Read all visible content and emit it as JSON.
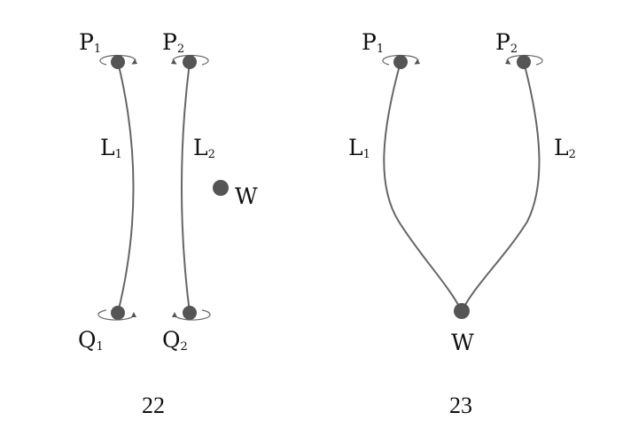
{
  "figure22": {
    "caption": "22",
    "labels": {
      "p1": {
        "main": "P",
        "sub": "1"
      },
      "p2": {
        "main": "P",
        "sub": "2"
      },
      "q1": {
        "main": "Q",
        "sub": "1"
      },
      "q2": {
        "main": "Q",
        "sub": "2"
      },
      "l1": {
        "main": "L",
        "sub": "1"
      },
      "l2": {
        "main": "L",
        "sub": "2"
      },
      "w": "W"
    }
  },
  "figure23": {
    "caption": "23",
    "labels": {
      "p1": {
        "main": "P",
        "sub": "1"
      },
      "p2": {
        "main": "P",
        "sub": "2"
      },
      "l1": {
        "main": "L",
        "sub": "1"
      },
      "l2": {
        "main": "L",
        "sub": "2"
      },
      "w": "W"
    }
  },
  "colors": {
    "ink": "#555555",
    "line": "#666666"
  }
}
